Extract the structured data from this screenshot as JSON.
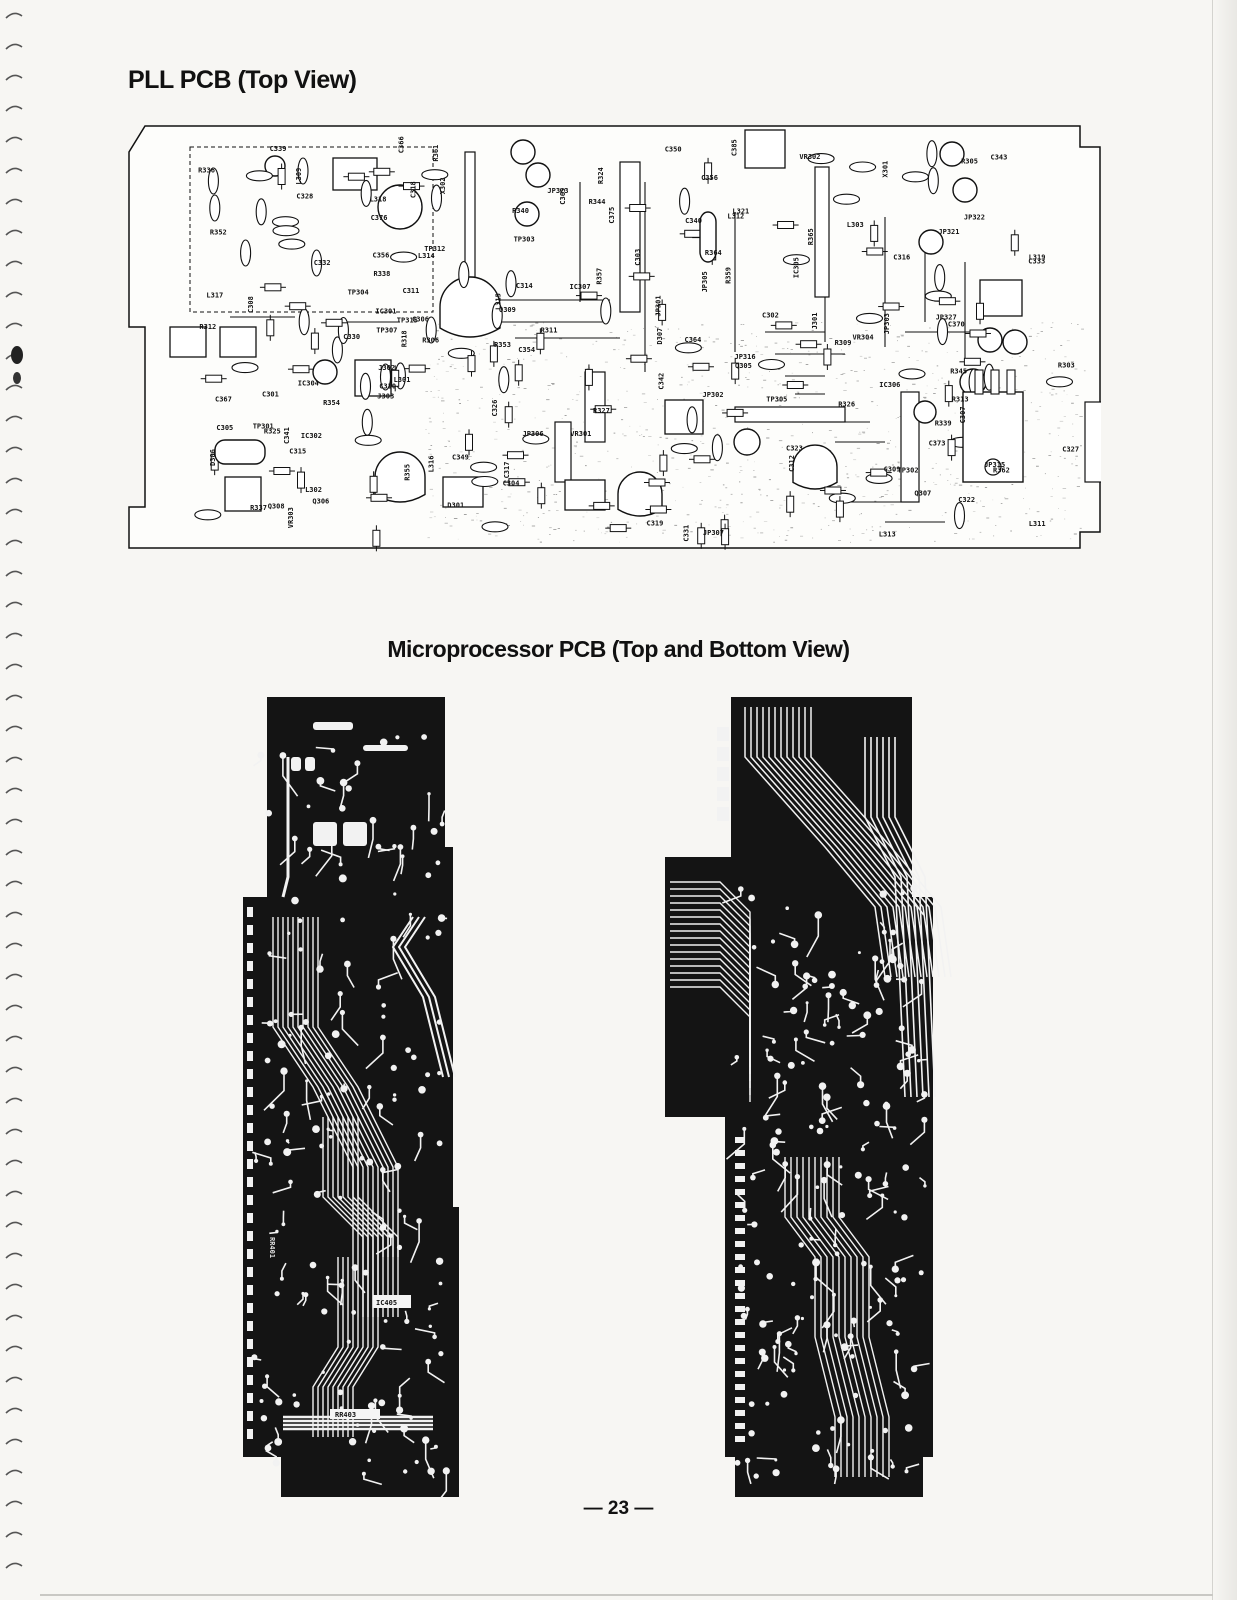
{
  "page": {
    "title_pll": "PLL PCB (Top View)",
    "title_microprocessor": "Microprocessor PCB (Top and Bottom View)",
    "page_number": "— 23 —"
  },
  "pll_board": {
    "component_labels": [
      "L317",
      "L316",
      "L313",
      "L319",
      "L318",
      "L311",
      "L321",
      "L312",
      "L315",
      "L314",
      "L303",
      "L301",
      "L302",
      "C370",
      "C373",
      "C375",
      "C376",
      "C365",
      "C364",
      "C367",
      "C366",
      "C385",
      "C356",
      "C342",
      "C343",
      "C341",
      "C340",
      "C323",
      "C322",
      "C331",
      "C330",
      "C315",
      "C316",
      "C302",
      "C301",
      "C303",
      "C304",
      "C305",
      "C333",
      "C350",
      "C356",
      "C354",
      "R344",
      "R345",
      "R352",
      "R353",
      "R355",
      "R354",
      "R357",
      "R359",
      "R336",
      "R337",
      "R338",
      "R339",
      "R311",
      "R361",
      "R362",
      "R365",
      "R325",
      "R327",
      "R318",
      "R313",
      "R309",
      "R306",
      "R305",
      "R303",
      "R312",
      "R340",
      "R324",
      "R326",
      "R364",
      "IC307",
      "IC305",
      "IC306",
      "IC304",
      "IC302",
      "IC301",
      "X301",
      "X302",
      "VR303",
      "VR302",
      "VR301",
      "VR304",
      "TP301",
      "TP302",
      "TP303",
      "TP304",
      "TP305",
      "TP307",
      "TP312",
      "TP315",
      "JP301",
      "JP302",
      "JP303",
      "JP305",
      "JP306",
      "JP307",
      "JP316",
      "JP315",
      "JP321",
      "JP322",
      "JP323",
      "JP327",
      "Q305",
      "Q306",
      "Q307",
      "Q308",
      "Q309",
      "D306",
      "D307",
      "D301",
      "J301",
      "J302",
      "J303",
      "L309",
      "C314",
      "C317",
      "C319",
      "C318",
      "C327",
      "C332",
      "C328",
      "C326",
      "C311",
      "C310",
      "C312",
      "C308",
      "C309",
      "C306",
      "C307",
      "C339",
      "C349"
    ]
  },
  "mp_top": {
    "labels": [
      "IC405",
      "RR403",
      "RR401"
    ]
  },
  "mp_bottom": {
    "labels": []
  },
  "colors": {
    "ink": "#111111",
    "paper": "#f7f6f3",
    "pcb_dark": "#121212"
  }
}
